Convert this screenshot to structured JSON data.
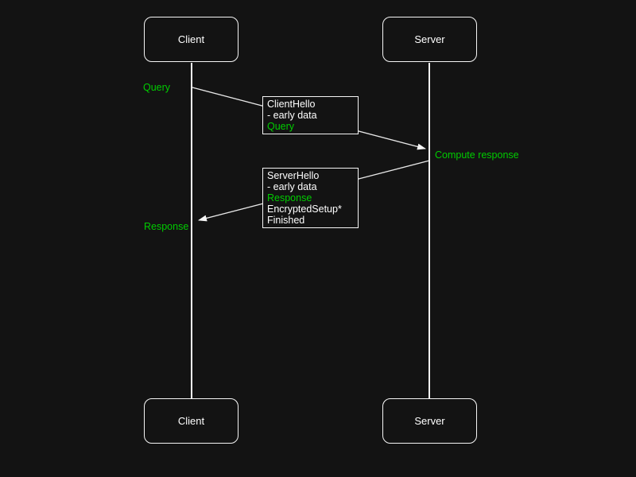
{
  "colors": {
    "background": "#131313",
    "foreground": "#ffffff",
    "accent_green": "#00cc00"
  },
  "actors": {
    "client": {
      "label": "Client"
    },
    "server": {
      "label": "Server"
    }
  },
  "labels": {
    "query": "Query",
    "compute_response": "Compute response",
    "response": "Response"
  },
  "message_boxes": {
    "client_to_server": {
      "lines": [
        {
          "text": "ClientHello",
          "emphasis": false
        },
        {
          "text": "- early data",
          "emphasis": false
        },
        {
          "text": "Query",
          "emphasis": true
        }
      ]
    },
    "server_to_client": {
      "lines": [
        {
          "text": "ServerHello",
          "emphasis": false
        },
        {
          "text": "- early data",
          "emphasis": false
        },
        {
          "text": "Response",
          "emphasis": true
        },
        {
          "text": "EncryptedSetup*",
          "emphasis": false
        },
        {
          "text": "Finished",
          "emphasis": false
        }
      ]
    }
  }
}
